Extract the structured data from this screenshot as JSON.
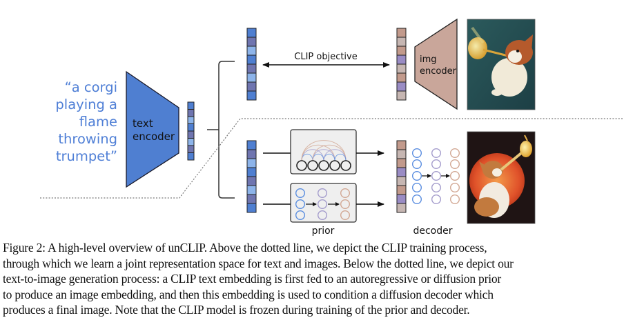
{
  "figure": {
    "prompt_lines": [
      "“a corgi",
      "playing a",
      "flame",
      "throwing",
      "trumpet”"
    ],
    "text_encoder_label": [
      "text",
      "encoder"
    ],
    "img_encoder_label": [
      "img",
      "encoder"
    ],
    "clip_objective_label": "CLIP objective",
    "prior_label": "prior",
    "decoder_label": "decoder",
    "colors": {
      "text_blue": "#4f7fd6",
      "encoder_blue": "#4f7fd1",
      "img_encoder_brown": "#c9a69a",
      "vec_blue": "#4f7fd1",
      "vec_purple": "#6f75b0",
      "vec_light": "#8db4ea",
      "vec_brown": "#c29a8c",
      "vec_grey": "#c6b6b2",
      "vec_violet": "#9a8cc4",
      "circle_blue": "#5b8ee0",
      "circle_purple": "#a49ccc",
      "circle_brown": "#d2a894",
      "panel_bg": "#efefef"
    },
    "text_embedding_pattern": [
      "blue",
      "purple",
      "light",
      "blue",
      "purple",
      "light",
      "purple",
      "blue"
    ],
    "image_embedding_pattern": [
      "brown",
      "grey",
      "brown",
      "violet",
      "grey",
      "brown",
      "violet",
      "grey"
    ],
    "images": [
      {
        "alt": "corgi playing a flaming trumpet (CLIP training image)"
      },
      {
        "alt": "generated corgi playing a flaming trumpet (decoder output)"
      }
    ]
  },
  "caption": {
    "lines": [
      "Figure 2: A high-level overview of unCLIP. Above the dotted line, we depict the CLIP training process,",
      "through which we learn a joint representation space for text and images. Below the dotted line, we depict our",
      "text-to-image generation process: a CLIP text embedding is first fed to an autoregressive or diffusion prior",
      "to produce an image embedding, and then this embedding is used to condition a diffusion decoder which",
      "produces a final image. Note that the CLIP model is frozen during training of the prior and decoder."
    ]
  }
}
